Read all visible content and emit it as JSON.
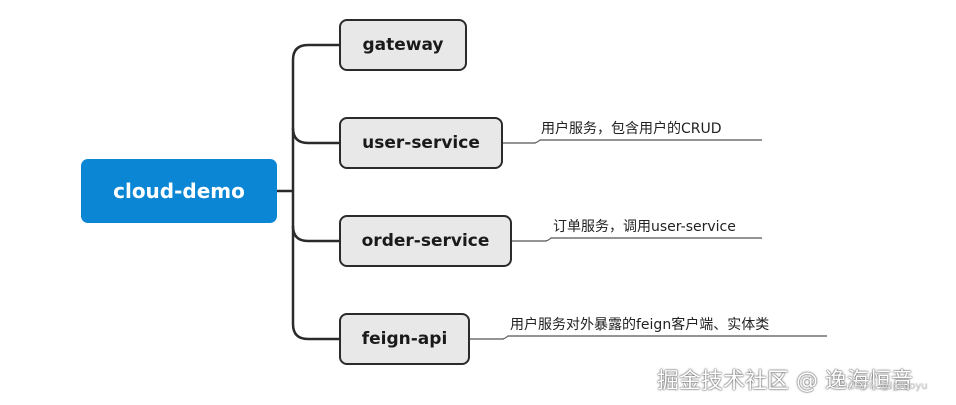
{
  "diagram": {
    "root": {
      "label": "cloud-demo"
    },
    "children": [
      {
        "id": "gateway",
        "label": "gateway",
        "note": ""
      },
      {
        "id": "user",
        "label": "user-service",
        "note": "用户服务，包含用户的CRUD"
      },
      {
        "id": "order",
        "label": "order-service",
        "note": "订单服务，调用user-service"
      },
      {
        "id": "feign",
        "label": "feign-api",
        "note": "用户服务对外暴露的feign客户端、实体类"
      }
    ]
  },
  "watermark": {
    "text": "掘金技术社区 @ 逸海恒音",
    "sub": "CSDN @lpruoyu"
  },
  "colors": {
    "root_fill": "#0a86d4",
    "node_fill": "#e8e8e8",
    "node_border": "#2b2b2b",
    "line": "#2b2b2b"
  }
}
